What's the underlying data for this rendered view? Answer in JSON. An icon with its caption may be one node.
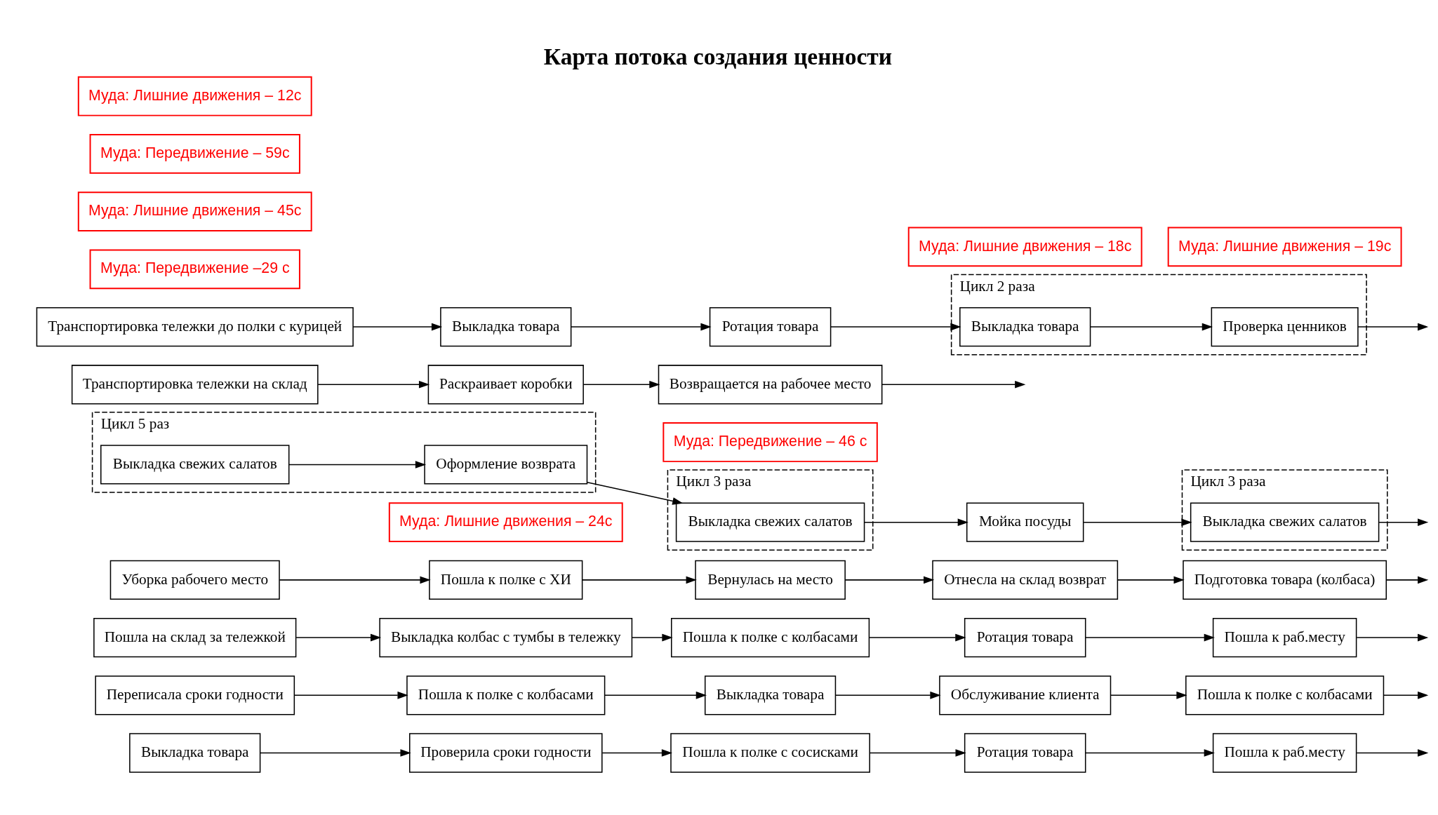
{
  "diagram": {
    "title": "Карта потока создания ценности",
    "nodes": [
      {
        "text": [
          "Транспортировка тележки до полки с курицей"
        ]
      },
      {
        "text": [
          "Выкладка товара"
        ]
      },
      {
        "text": [
          "Ротация товара"
        ]
      },
      {
        "text": [
          "Цикл 2 раза"
        ]
      },
      {
        "text": [
          "Выкладка товара"
        ],
        "in": 3
      },
      {
        "text": [
          "Проверка ценников"
        ],
        "in": 3
      },
      {
        "text": [
          "Транспортировка тележки на склад"
        ]
      },
      {
        "text": [
          "Муда: Передвижение –29 с"
        ]
      },
      {
        "text": [
          "Раскраивает коробки"
        ]
      },
      {
        "text": [
          "Возвращается на рабочее место"
        ]
      },
      {
        "text": [
          "Цикл 5 раз"
        ]
      },
      {
        "text": [
          "Выкладка свежих салатов"
        ],
        "in": 10
      },
      {
        "text": [
          "Оформление возврата"
        ],
        "in": 10
      },
      {
        "text": [
          "Муда: Лишние движения – 24с"
        ]
      },
      {
        "text": [
          "Муда: Передвижение – 46 с"
        ]
      },
      {
        "text": [
          "Цикл 3 раза"
        ]
      },
      {
        "text": [
          "Выкладка свежих салатов"
        ],
        "in": 15
      },
      {
        "text": [
          "Мойка посуды"
        ]
      },
      {
        "text": [
          "Муда: Лишние движения – 18с"
        ]
      },
      {
        "text": [
          "Цикл 3 раза"
        ]
      },
      {
        "text": [
          "Выкладка свежих салатов"
        ],
        "in": 19
      },
      {
        "text": [
          "Уборка рабочего место"
        ]
      },
      {
        "text": [
          "Пошла к полке с ХИ"
        ]
      },
      {
        "text": [
          "Вернулась на место"
        ]
      },
      {
        "text": [
          "Отнесла на склад возврат"
        ]
      },
      {
        "text": [
          "Подготовка товара (колбаса)"
        ]
      },
      {
        "text": [
          "Муда: Лишние движения – 45с"
        ]
      },
      {
        "text": [
          "Муда: Лишние движения – 19с"
        ]
      },
      {
        "text": [
          "Пошла на склад за тележкой"
        ]
      },
      {
        "text": [
          "Выкладка колбас с тумбы в тележку"
        ]
      },
      {
        "text": [
          "Пошла к полке с колбасами"
        ]
      },
      {
        "text": [
          "Ротация товара"
        ]
      },
      {
        "text": [
          "Пошла к раб.месту"
        ]
      },
      {
        "text": [
          "Муда: Передвижение – 59с"
        ]
      },
      {
        "text": [
          "Переписала сроки годности"
        ]
      },
      {
        "text": [
          "Пошла к полке с колбасами"
        ]
      },
      {
        "text": [
          "Выкладка товара"
        ]
      },
      {
        "text": [
          "Обслуживание клиента"
        ]
      },
      {
        "text": [
          "Пошла к полке с колбасами"
        ]
      },
      {
        "text": [
          "Муда: Лишние движения – 12с"
        ]
      },
      {
        "text": [
          "Выкладка товара"
        ]
      },
      {
        "text": [
          "Проверила сроки годности"
        ]
      },
      {
        "text": [
          "Пошла к полке с сосисками"
        ]
      },
      {
        "text": [
          "Ротация товара"
        ]
      },
      {
        "text": [
          "Пошла к раб.месту"
        ]
      }
    ],
    "edges": [
      {
        "from": 0,
        "to": 1,
        "arrow": "to"
      },
      {
        "from": 1,
        "to": 2,
        "arrow": "to"
      },
      {
        "from": 2,
        "to": 4,
        "arrow": "to"
      },
      {
        "from": 4,
        "to": 5,
        "arrow": "to"
      },
      {
        "from": 5,
        "to": null,
        "arrow": "to"
      },
      {
        "from": 6,
        "to": 8,
        "arrow": "to"
      },
      {
        "from": 8,
        "to": 9,
        "arrow": "to"
      },
      {
        "from": 9,
        "to": null,
        "arrow": "to"
      },
      {
        "from": 11,
        "to": 12,
        "arrow": "to"
      },
      {
        "from": 12,
        "to": 16,
        "arrow": "to"
      },
      {
        "from": 16,
        "to": 17,
        "arrow": "to"
      },
      {
        "from": 17,
        "to": 20,
        "arrow": "to"
      },
      {
        "from": 20,
        "to": null,
        "arrow": "to"
      },
      {
        "from": 21,
        "to": 22,
        "arrow": "to"
      },
      {
        "from": 22,
        "to": 23,
        "arrow": "to"
      },
      {
        "from": 23,
        "to": 24,
        "arrow": "to"
      },
      {
        "from": 24,
        "to": 25,
        "arrow": "to"
      },
      {
        "from": 25,
        "to": null,
        "arrow": "to"
      },
      {
        "from": 28,
        "to": 29,
        "arrow": "to"
      },
      {
        "from": 29,
        "to": 30,
        "arrow": "to"
      },
      {
        "from": 30,
        "to": 31,
        "arrow": "to"
      },
      {
        "from": 31,
        "to": 32,
        "arrow": "to"
      },
      {
        "from": 32,
        "to": null,
        "arrow": "to"
      },
      {
        "from": 34,
        "to": 35,
        "arrow": "to"
      },
      {
        "from": 35,
        "to": 36,
        "arrow": "to"
      },
      {
        "from": 36,
        "to": 37,
        "arrow": "to"
      },
      {
        "from": 37,
        "to": 38,
        "arrow": "to"
      },
      {
        "from": 38,
        "to": null,
        "arrow": "to"
      },
      {
        "from": 40,
        "to": 41,
        "arrow": "to"
      },
      {
        "from": 41,
        "to": 42,
        "arrow": "to"
      },
      {
        "from": 42,
        "to": 43,
        "arrow": "to"
      },
      {
        "from": 43,
        "to": 44,
        "arrow": "to"
      },
      {
        "from": 44,
        "to": null,
        "arrow": "to"
      }
    ]
  }
}
